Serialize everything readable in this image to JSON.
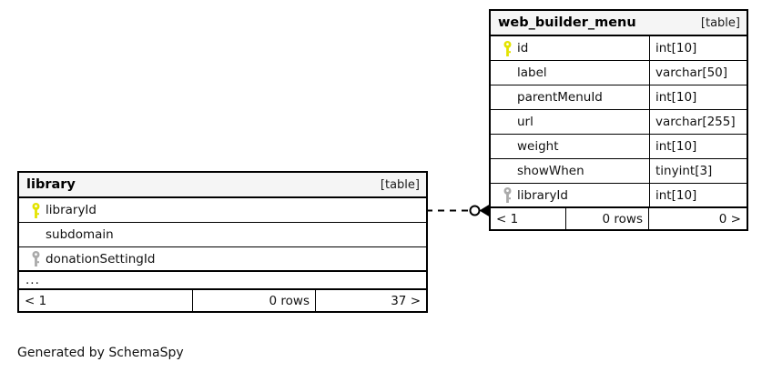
{
  "diagram": {
    "type": "entity-relationship-diagram",
    "generator_credit": "Generated by SchemaSpy",
    "table_tag": "[table]"
  },
  "tables": [
    {
      "name": "library",
      "tag": "[table]",
      "has_type_column": false,
      "columns": [
        {
          "name": "libraryId",
          "key": "primary",
          "type": ""
        },
        {
          "name": "subdomain",
          "key": "none",
          "type": ""
        },
        {
          "name": "donationSettingId",
          "key": "foreign",
          "type": ""
        }
      ],
      "truncated_indicator": "...",
      "footer": {
        "left": "< 1",
        "middle": "0 rows",
        "right": "37 >"
      }
    },
    {
      "name": "web_builder_menu",
      "tag": "[table]",
      "has_type_column": true,
      "columns": [
        {
          "name": "id",
          "key": "primary",
          "type": "int[10]"
        },
        {
          "name": "label",
          "key": "none",
          "type": "varchar[50]"
        },
        {
          "name": "parentMenuId",
          "key": "none",
          "type": "int[10]"
        },
        {
          "name": "url",
          "key": "none",
          "type": "varchar[255]"
        },
        {
          "name": "weight",
          "key": "none",
          "type": "int[10]"
        },
        {
          "name": "showWhen",
          "key": "none",
          "type": "tinyint[3]"
        },
        {
          "name": "libraryId",
          "key": "foreign",
          "type": "int[10]"
        }
      ],
      "truncated_indicator": "",
      "footer": {
        "left": "< 1",
        "middle": "0 rows",
        "right": "0 >"
      }
    }
  ],
  "relationship": {
    "from_table": "library",
    "to_table": "web_builder_menu",
    "style": "dashed",
    "source_symbol": "zero-circle",
    "target_symbol": "crows-foot"
  },
  "colors": {
    "primary_key": "#e3e300",
    "foreign_key": "#aaaaaa",
    "border": "#000000",
    "header_background": "#f5f5f5",
    "page_background": "#ffffff",
    "text": "#111111"
  }
}
